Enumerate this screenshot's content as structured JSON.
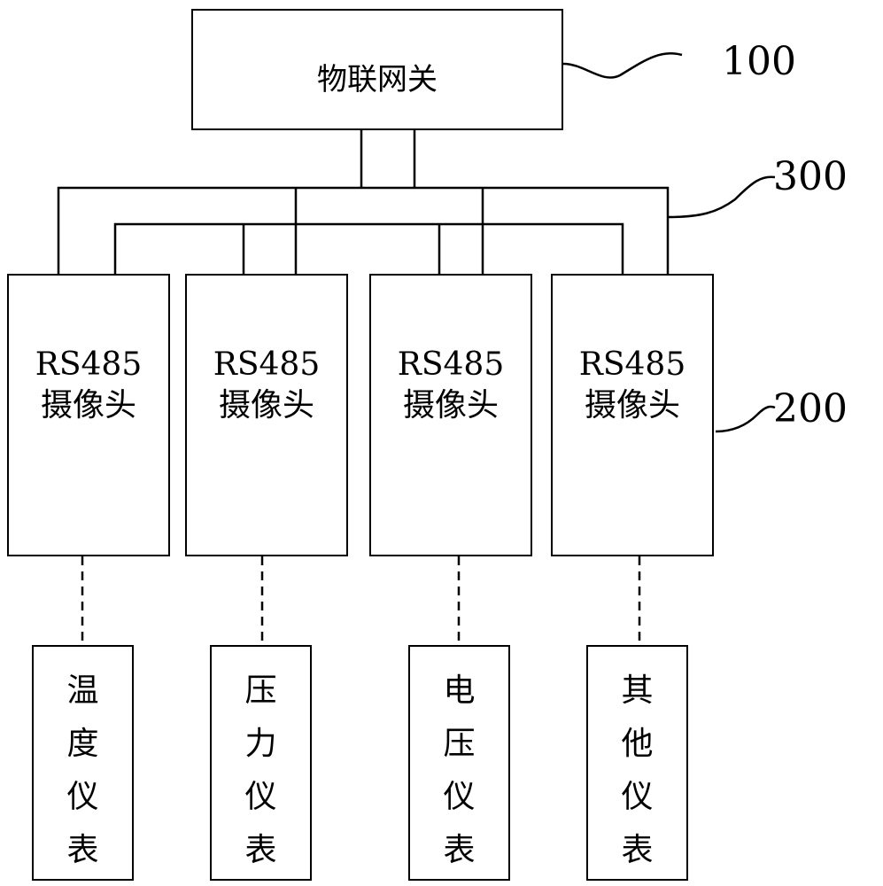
{
  "gateway": {
    "label": "物联网关"
  },
  "cameras": [
    {
      "line1": "RS485",
      "line2": "摄像头"
    },
    {
      "line1": "RS485",
      "line2": "摄像头"
    },
    {
      "line1": "RS485",
      "line2": "摄像头"
    },
    {
      "line1": "RS485",
      "line2": "摄像头"
    }
  ],
  "meters": [
    {
      "chars": [
        "温",
        "度",
        "仪",
        "表"
      ]
    },
    {
      "chars": [
        "压",
        "力",
        "仪",
        "表"
      ]
    },
    {
      "chars": [
        "电",
        "压",
        "仪",
        "表"
      ]
    },
    {
      "chars": [
        "其",
        "他",
        "仪",
        "表"
      ]
    }
  ],
  "refs": {
    "gateway": "100",
    "bus": "300",
    "camera": "200"
  }
}
